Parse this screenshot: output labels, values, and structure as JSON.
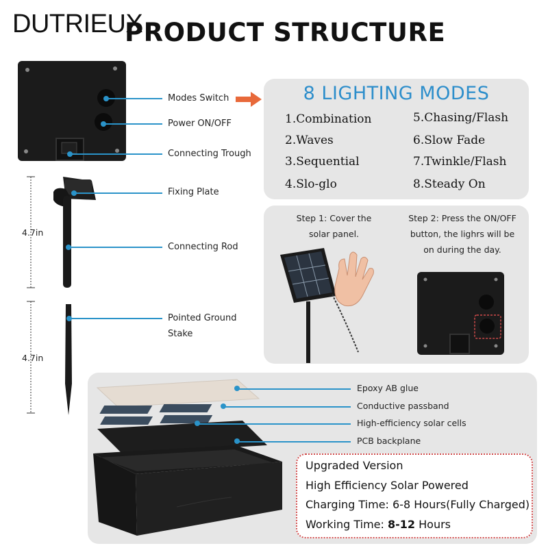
{
  "brand": "DUTRIEUX",
  "title": "PRODUCT STRUCTURE",
  "parts": [
    "Modes Switch",
    "Power ON/OFF",
    "Connecting Trough",
    "Fixing Plate",
    "Connecting Rod",
    "Pointed Ground",
    "Stake"
  ],
  "dimensions": [
    "4.7in",
    "4.7in"
  ],
  "modes_title": "8 LIGHTING MODES",
  "modes": [
    "1.Combination",
    "2.Waves",
    "3.Sequential",
    "4.Slo-glo",
    "5.Chasing/Flash",
    "6.Slow Fade",
    "7.Twinkle/Flash",
    "8.Steady On"
  ],
  "step1": [
    "Step 1: Cover the",
    "solar panel."
  ],
  "step2": [
    "Step 2: Press the ON/OFF",
    "button, the lighrs will be",
    "on during the day."
  ],
  "layers": [
    "Epoxy AB glue",
    "Conductive passband",
    "High-efficiency solar cells",
    "PCB backplane"
  ],
  "upgrade": {
    "line1": "Upgraded Version",
    "line2": "High Efficiency Solar Powered",
    "line3": "Charging Time: 6-8 Hours(Fully Charged)",
    "line4_prefix": "Working Time:",
    "line4_bold": "8-12",
    "line4_suffix": "Hours"
  },
  "colors": {
    "accent": "#2d8ecb",
    "leader": "#2a93c9",
    "arrow": "#e8693a",
    "panel": "#e6e6e6",
    "dotted_border": "#d04a4a"
  }
}
